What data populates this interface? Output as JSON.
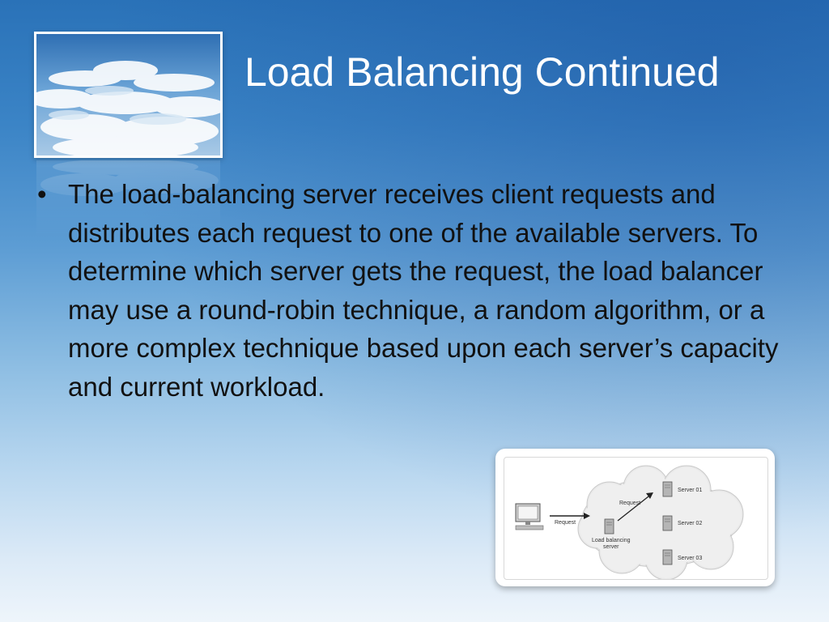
{
  "slide": {
    "title": "Load Balancing Continued",
    "bullets": [
      {
        "marker": "•",
        "text": "The load-balancing server receives client requests and distributes each request to one of the available servers. To determine which server gets the request, the load balancer may use a round-robin technique, a random algorithm, or a more complex technique based upon each server’s capacity and current workload."
      }
    ]
  },
  "diagram": {
    "client_request_label": "Request",
    "balancer_label_line1": "Load balancing",
    "balancer_label_line2": "server",
    "forward_request_label": "Request",
    "servers": [
      "Server 01",
      "Server 02",
      "Server 03"
    ]
  },
  "colors": {
    "title": "#ffffff",
    "body_text": "#111111",
    "background_top": "#2a72b8",
    "background_bottom": "#eef5fb"
  }
}
